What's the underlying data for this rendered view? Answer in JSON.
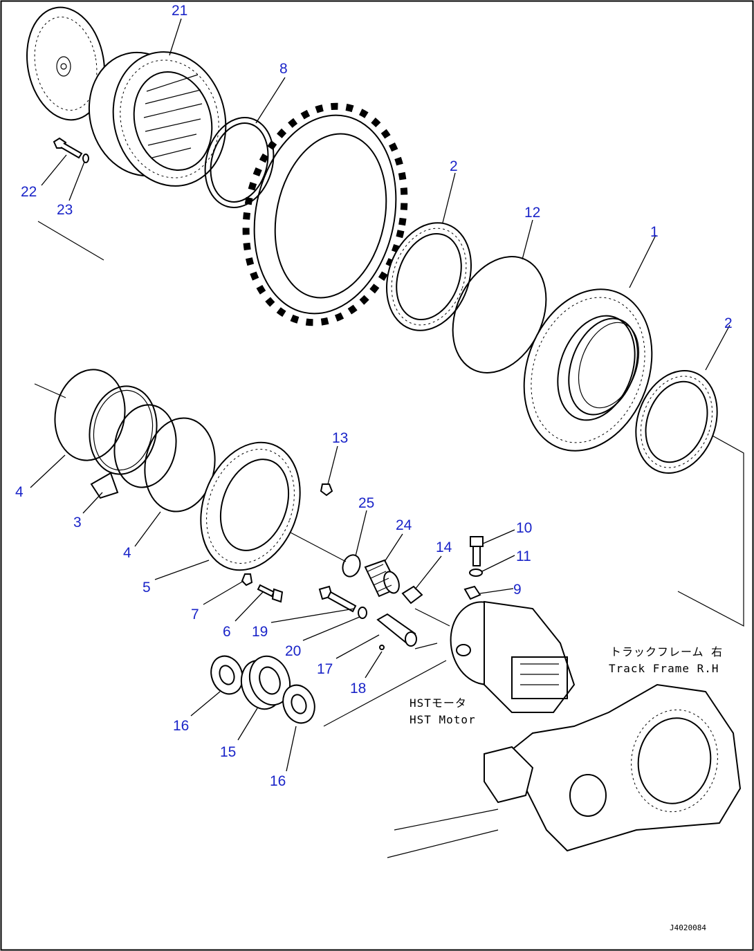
{
  "parts": [
    {
      "id": "21",
      "label": "21"
    },
    {
      "id": "8",
      "label": "8"
    },
    {
      "id": "22",
      "label": "22"
    },
    {
      "id": "23",
      "label": "23"
    },
    {
      "id": "2a",
      "label": "2"
    },
    {
      "id": "12",
      "label": "12"
    },
    {
      "id": "1",
      "label": "1"
    },
    {
      "id": "2b",
      "label": "2"
    },
    {
      "id": "4a",
      "label": "4"
    },
    {
      "id": "3",
      "label": "3"
    },
    {
      "id": "4b",
      "label": "4"
    },
    {
      "id": "5",
      "label": "5"
    },
    {
      "id": "13",
      "label": "13"
    },
    {
      "id": "25",
      "label": "25"
    },
    {
      "id": "24",
      "label": "24"
    },
    {
      "id": "14",
      "label": "14"
    },
    {
      "id": "10",
      "label": "10"
    },
    {
      "id": "11",
      "label": "11"
    },
    {
      "id": "9",
      "label": "9"
    },
    {
      "id": "7",
      "label": "7"
    },
    {
      "id": "6",
      "label": "6"
    },
    {
      "id": "19",
      "label": "19"
    },
    {
      "id": "20",
      "label": "20"
    },
    {
      "id": "17",
      "label": "17"
    },
    {
      "id": "18",
      "label": "18"
    },
    {
      "id": "16a",
      "label": "16"
    },
    {
      "id": "15",
      "label": "15"
    },
    {
      "id": "16b",
      "label": "16"
    }
  ],
  "captions": {
    "track_frame_jp": "トラックフレーム 右",
    "track_frame_en": "Track Frame R.H",
    "hst_motor_jp": "HSTモータ",
    "hst_motor_en": "HST Motor"
  },
  "drawing_code": "J4020084"
}
